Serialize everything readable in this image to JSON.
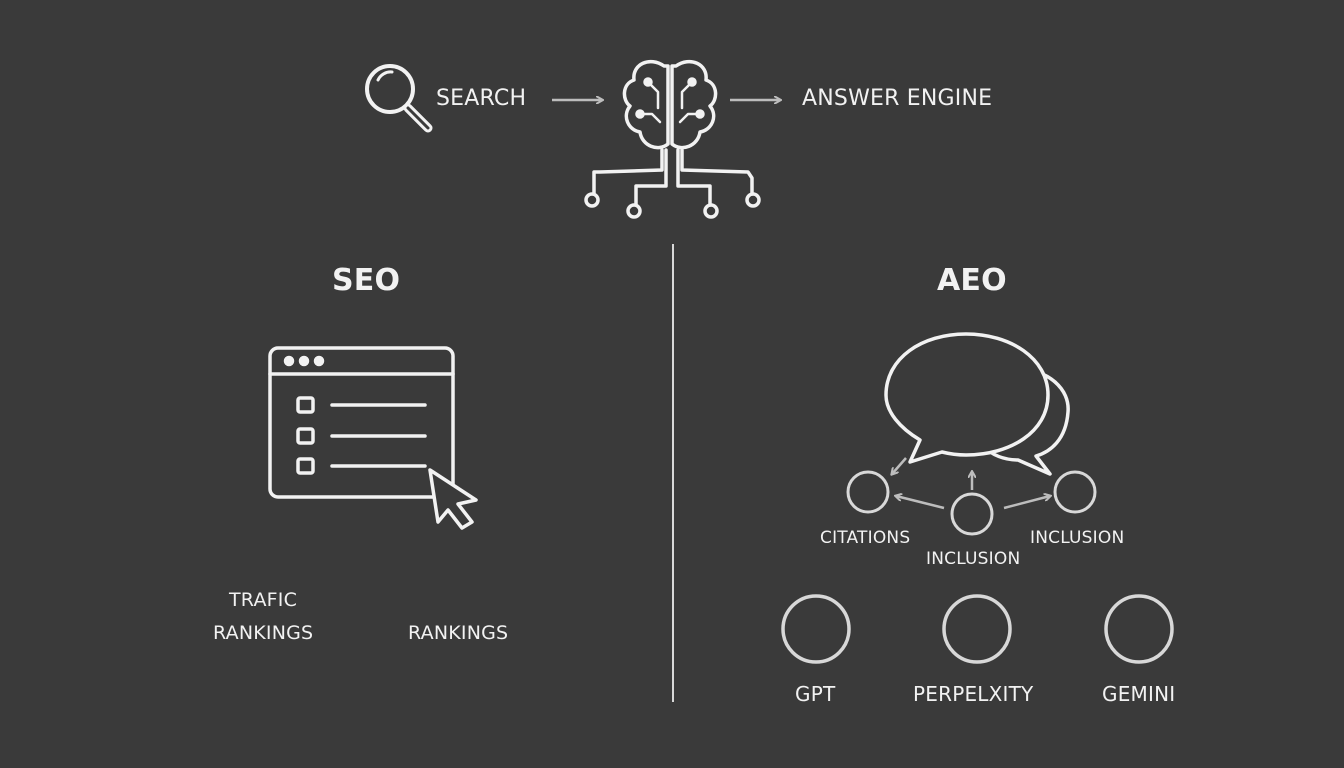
{
  "top": {
    "search_label": "SEARCH",
    "answer_engine_label": "ANSWER ENGINE"
  },
  "seo": {
    "title": "SEO",
    "metrics": [
      "TRAFIC",
      "RANKINGS",
      "RANKINGS"
    ]
  },
  "aeo": {
    "title": "AEO",
    "signals": [
      "CITATIONS",
      "INCLUSION",
      "INCLUSION"
    ],
    "engines": [
      "GPT",
      "PERPELXITY",
      "GEMINI"
    ]
  },
  "colors": {
    "background": "#3a3a3a",
    "stroke": "#f2f2f2",
    "arrow": "#bdbdbd"
  }
}
